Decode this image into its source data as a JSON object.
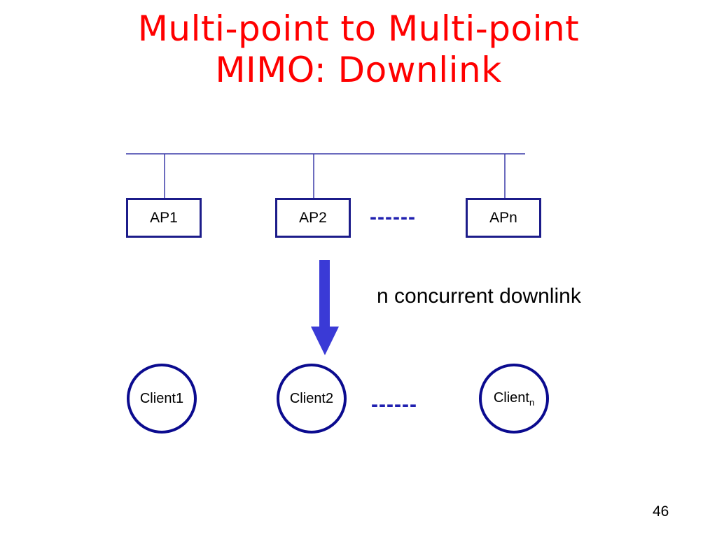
{
  "slide": {
    "title_line1": "Multi-point to Multi-point",
    "title_line2": "MIMO: Downlink",
    "page_number": "46"
  },
  "access_points": [
    {
      "label": "AP1"
    },
    {
      "label": "AP2"
    },
    {
      "label": "APn"
    }
  ],
  "clients": [
    {
      "label": "Client1",
      "subscript": ""
    },
    {
      "label": "Client2",
      "subscript": ""
    },
    {
      "label": "Client",
      "subscript": "n"
    }
  ],
  "ellipsis_text": "------",
  "arrow_caption": "n concurrent downlink",
  "colors": {
    "title": "#ff0000",
    "backbone": "#3a3aa8",
    "box_border": "#1c1c8a",
    "client_border": "#0b0b8f",
    "arrow_fill": "#3a3ad6",
    "dashes": "#2020b0"
  }
}
